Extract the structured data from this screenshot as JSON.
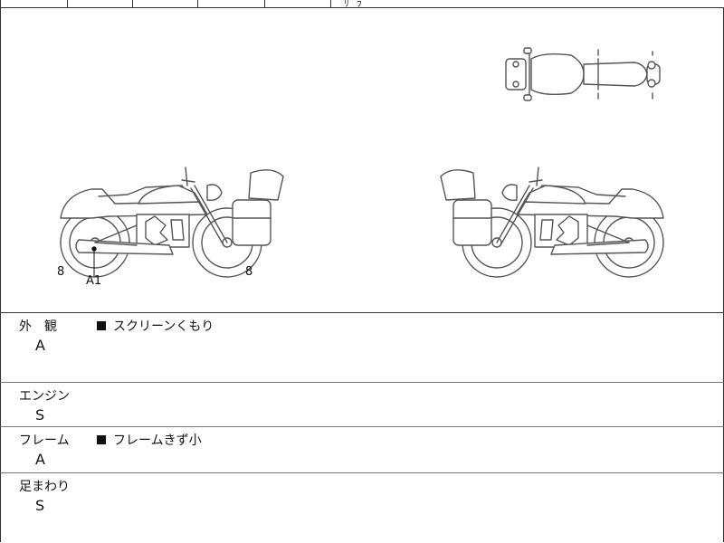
{
  "top_fragment": "ﾘ  ﾗ",
  "damage_labels": {
    "left_front": "8",
    "left_rear": "8",
    "left_code": "A1"
  },
  "sections": [
    {
      "key": "exterior",
      "title": "外　観",
      "grade": "A",
      "note": "スクリーンくもり"
    },
    {
      "key": "engine",
      "title": "エンジン",
      "grade": "S",
      "note": ""
    },
    {
      "key": "frame",
      "title": "フレーム",
      "grade": "A",
      "note": "フレームきず小"
    },
    {
      "key": "suspension",
      "title": "足まわり",
      "grade": "S",
      "note": ""
    }
  ]
}
